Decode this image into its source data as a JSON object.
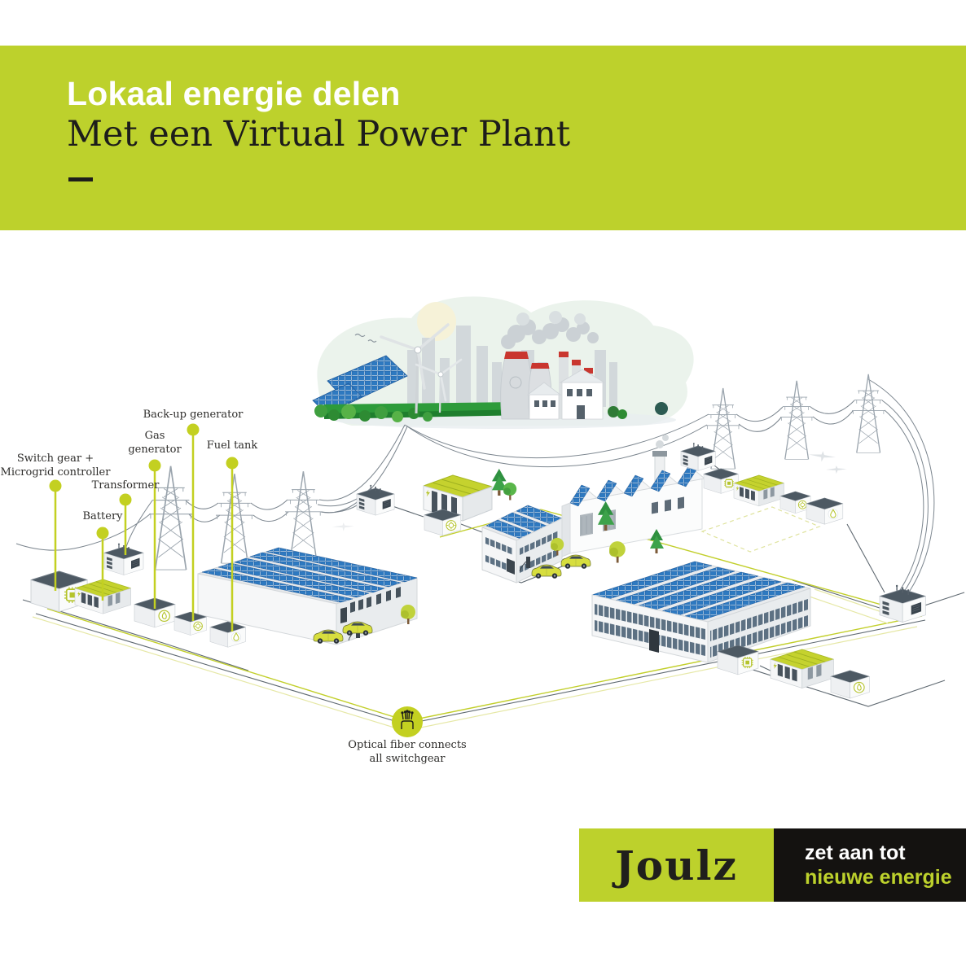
{
  "header": {
    "title_line1": "Lokaal energie delen",
    "title_line2": "Met een Virtual Power Plant"
  },
  "illustration": {
    "labels": {
      "switchgear": "Switch gear +\nMicrogrid controller",
      "battery": "Battery",
      "transformer": "Transformer",
      "gas_generator": "Gas\ngenerator",
      "backup_generator": "Back-up generator",
      "fuel_tank": "Fuel tank",
      "optical_fiber": "Optical fiber connects\nall switchgear"
    },
    "icon_names": [
      "chip-icon",
      "lightning-icon",
      "flame-icon",
      "gear-icon",
      "droplet-icon",
      "fiber-cable-icon",
      "sun-icon",
      "wind-turbine-icon"
    ]
  },
  "footer": {
    "brand": "Joulz",
    "tagline_line1": "zet aan tot",
    "tagline_line2": "nieuwe energie"
  },
  "colors": {
    "brand_lime": "#bdd12c",
    "dark": "#1d1d1b",
    "footer_black": "#141210",
    "solar_blue": "#2e79c0",
    "steel_gray": "#9aa4ad",
    "box_top_slate": "#4d5963",
    "status_red": "#c9362f"
  }
}
